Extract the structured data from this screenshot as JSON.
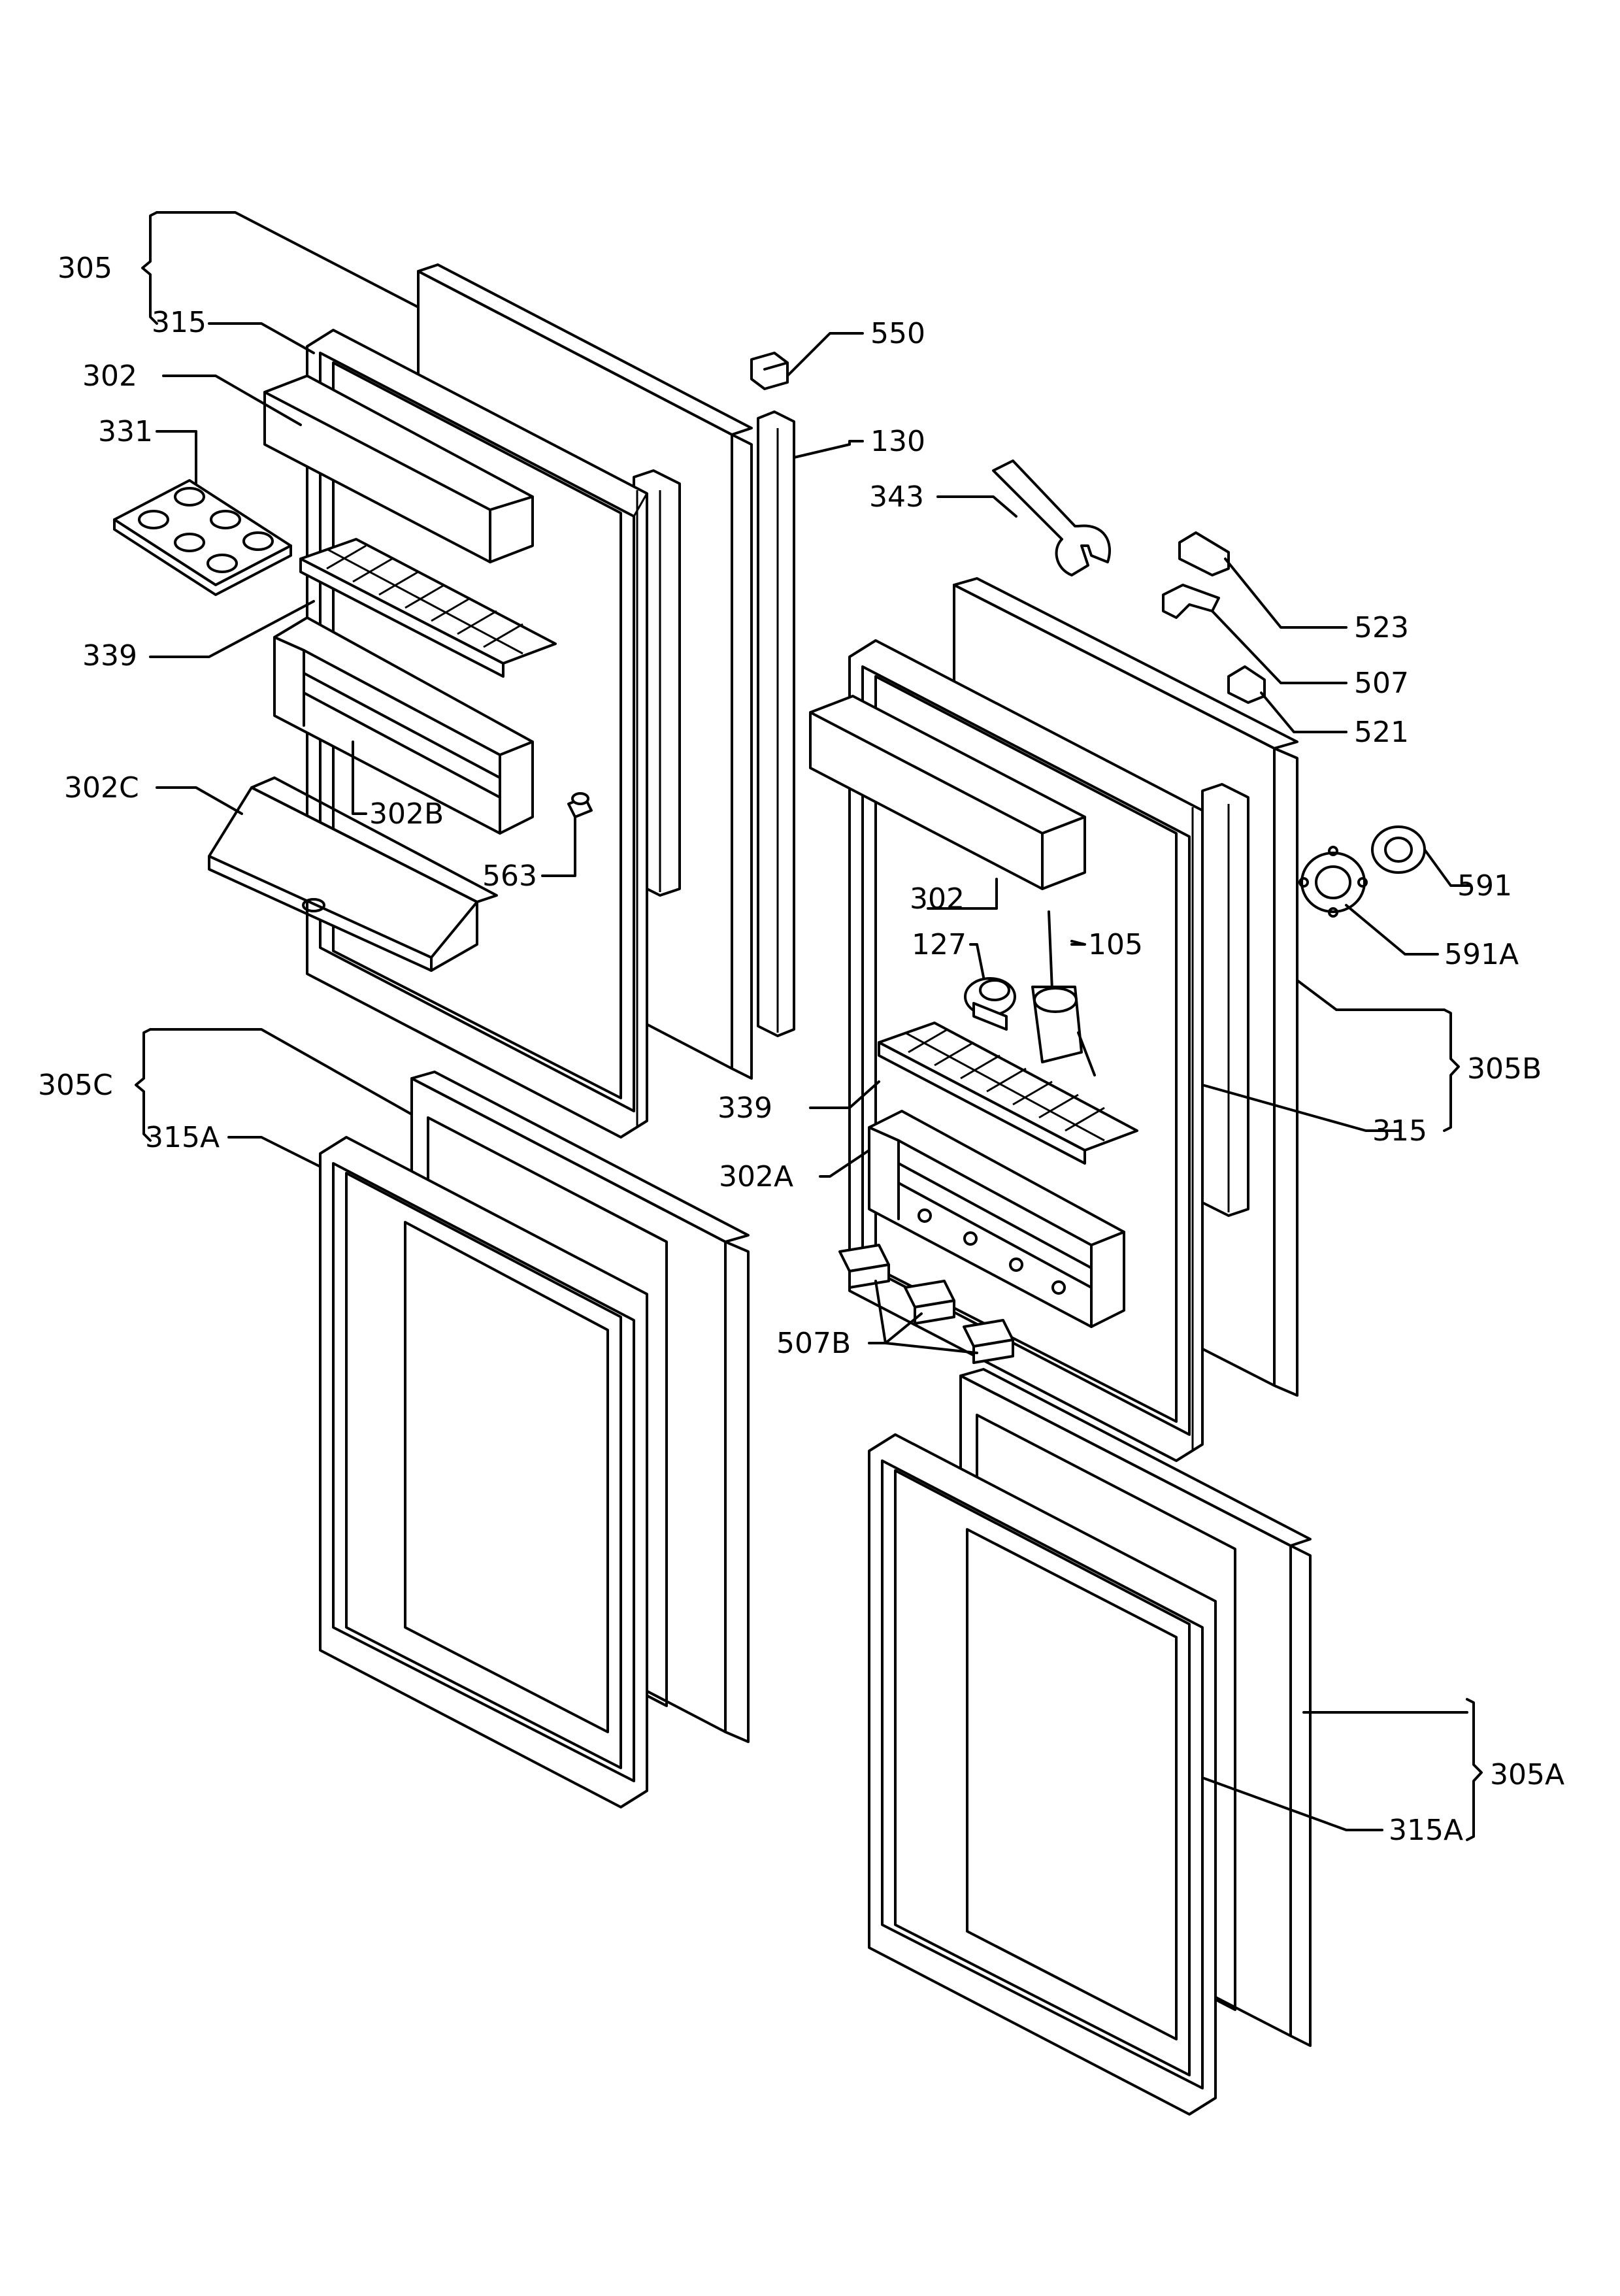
{
  "labels": {
    "l305": "305",
    "l315_top": "315",
    "l302_left": "302",
    "l331": "331",
    "l339_left": "339",
    "l302C": "302C",
    "l302B": "302B",
    "l563": "563",
    "l305C": "305C",
    "l315A_left": "315A",
    "l550": "550",
    "l130": "130",
    "l343": "343",
    "l523": "523",
    "l507": "507",
    "l521": "521",
    "l302_right": "302",
    "l127": "127",
    "l105": "105",
    "l591": "591",
    "l591A": "591A",
    "l305B": "305B",
    "l315_right": "315",
    "l339_right": "339",
    "l302A": "302A",
    "l507B": "507B",
    "l305A": "305A",
    "l315A_right": "315A"
  }
}
